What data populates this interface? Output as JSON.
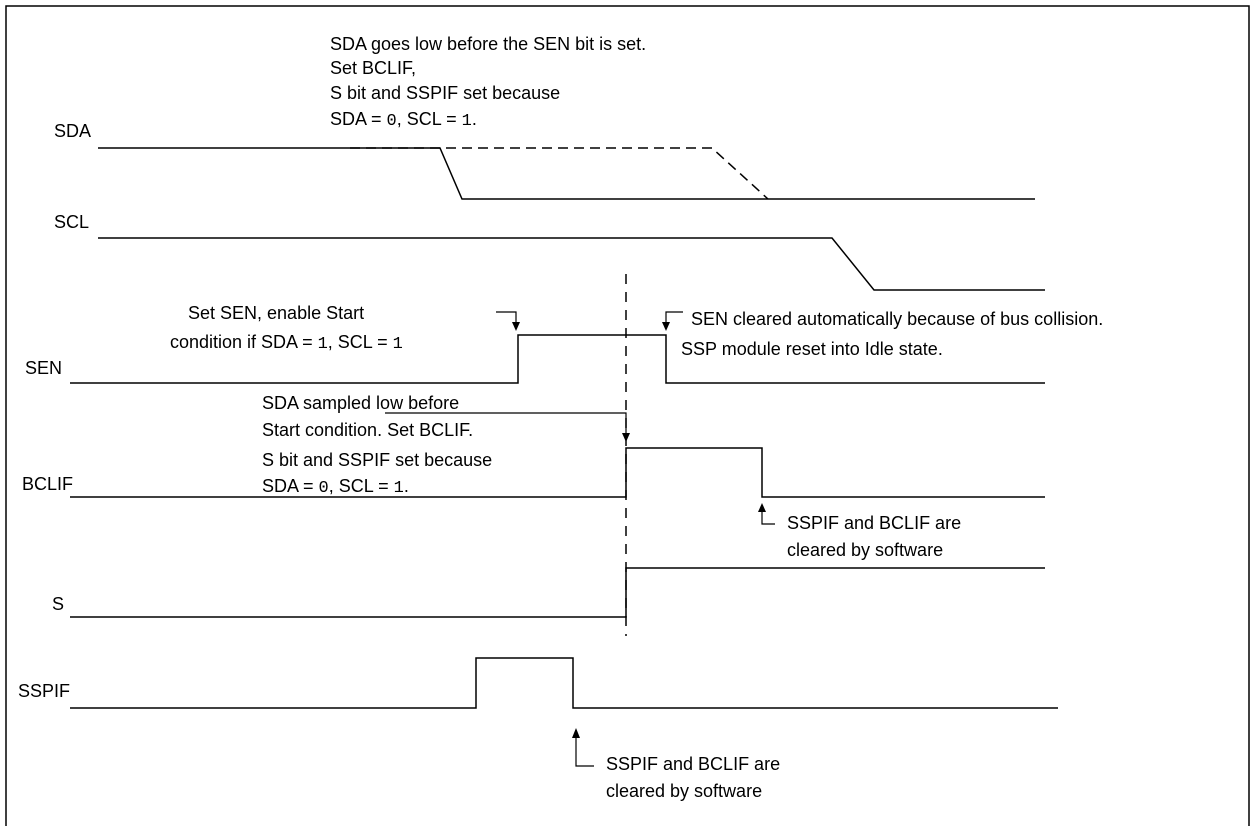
{
  "signals": {
    "sda": "SDA",
    "scl": "SCL",
    "sen": "SEN",
    "bclif": "BCLIF",
    "s": "S",
    "sspif": "SSPIF"
  },
  "notes": {
    "sda_low": {
      "l1": "SDA goes low before the SEN bit is set.",
      "l2": "Set BCLIF,",
      "l3": "S bit and SSPIF set because",
      "l4_a": "SDA = ",
      "l4_b": "0",
      "l4_c": ", SCL = ",
      "l4_d": "1",
      "l4_e": "."
    },
    "set_sen": {
      "l1": "Set SEN, enable Start",
      "l2_a": "condition if SDA = ",
      "l2_b": "1",
      "l2_c": ", SCL = ",
      "l2_d": "1"
    },
    "sen_cleared": {
      "l1": "SEN cleared automatically because of bus collision.",
      "l2": "SSP module reset into Idle state."
    },
    "sda_sampled": {
      "l1": "SDA sampled low before",
      "l2": "Start condition. Set BCLIF.",
      "l3": "S bit and SSPIF set because",
      "l4_a": "SDA = ",
      "l4_b": "0",
      "l4_c": ", SCL = ",
      "l4_d": "1",
      "l4_e": "."
    },
    "cleared_sw_1": {
      "l1": "SSPIF and BCLIF are",
      "l2": "cleared by software"
    },
    "cleared_sw_2": {
      "l1": "SSPIF and BCLIF are",
      "l2": "cleared by software"
    }
  }
}
